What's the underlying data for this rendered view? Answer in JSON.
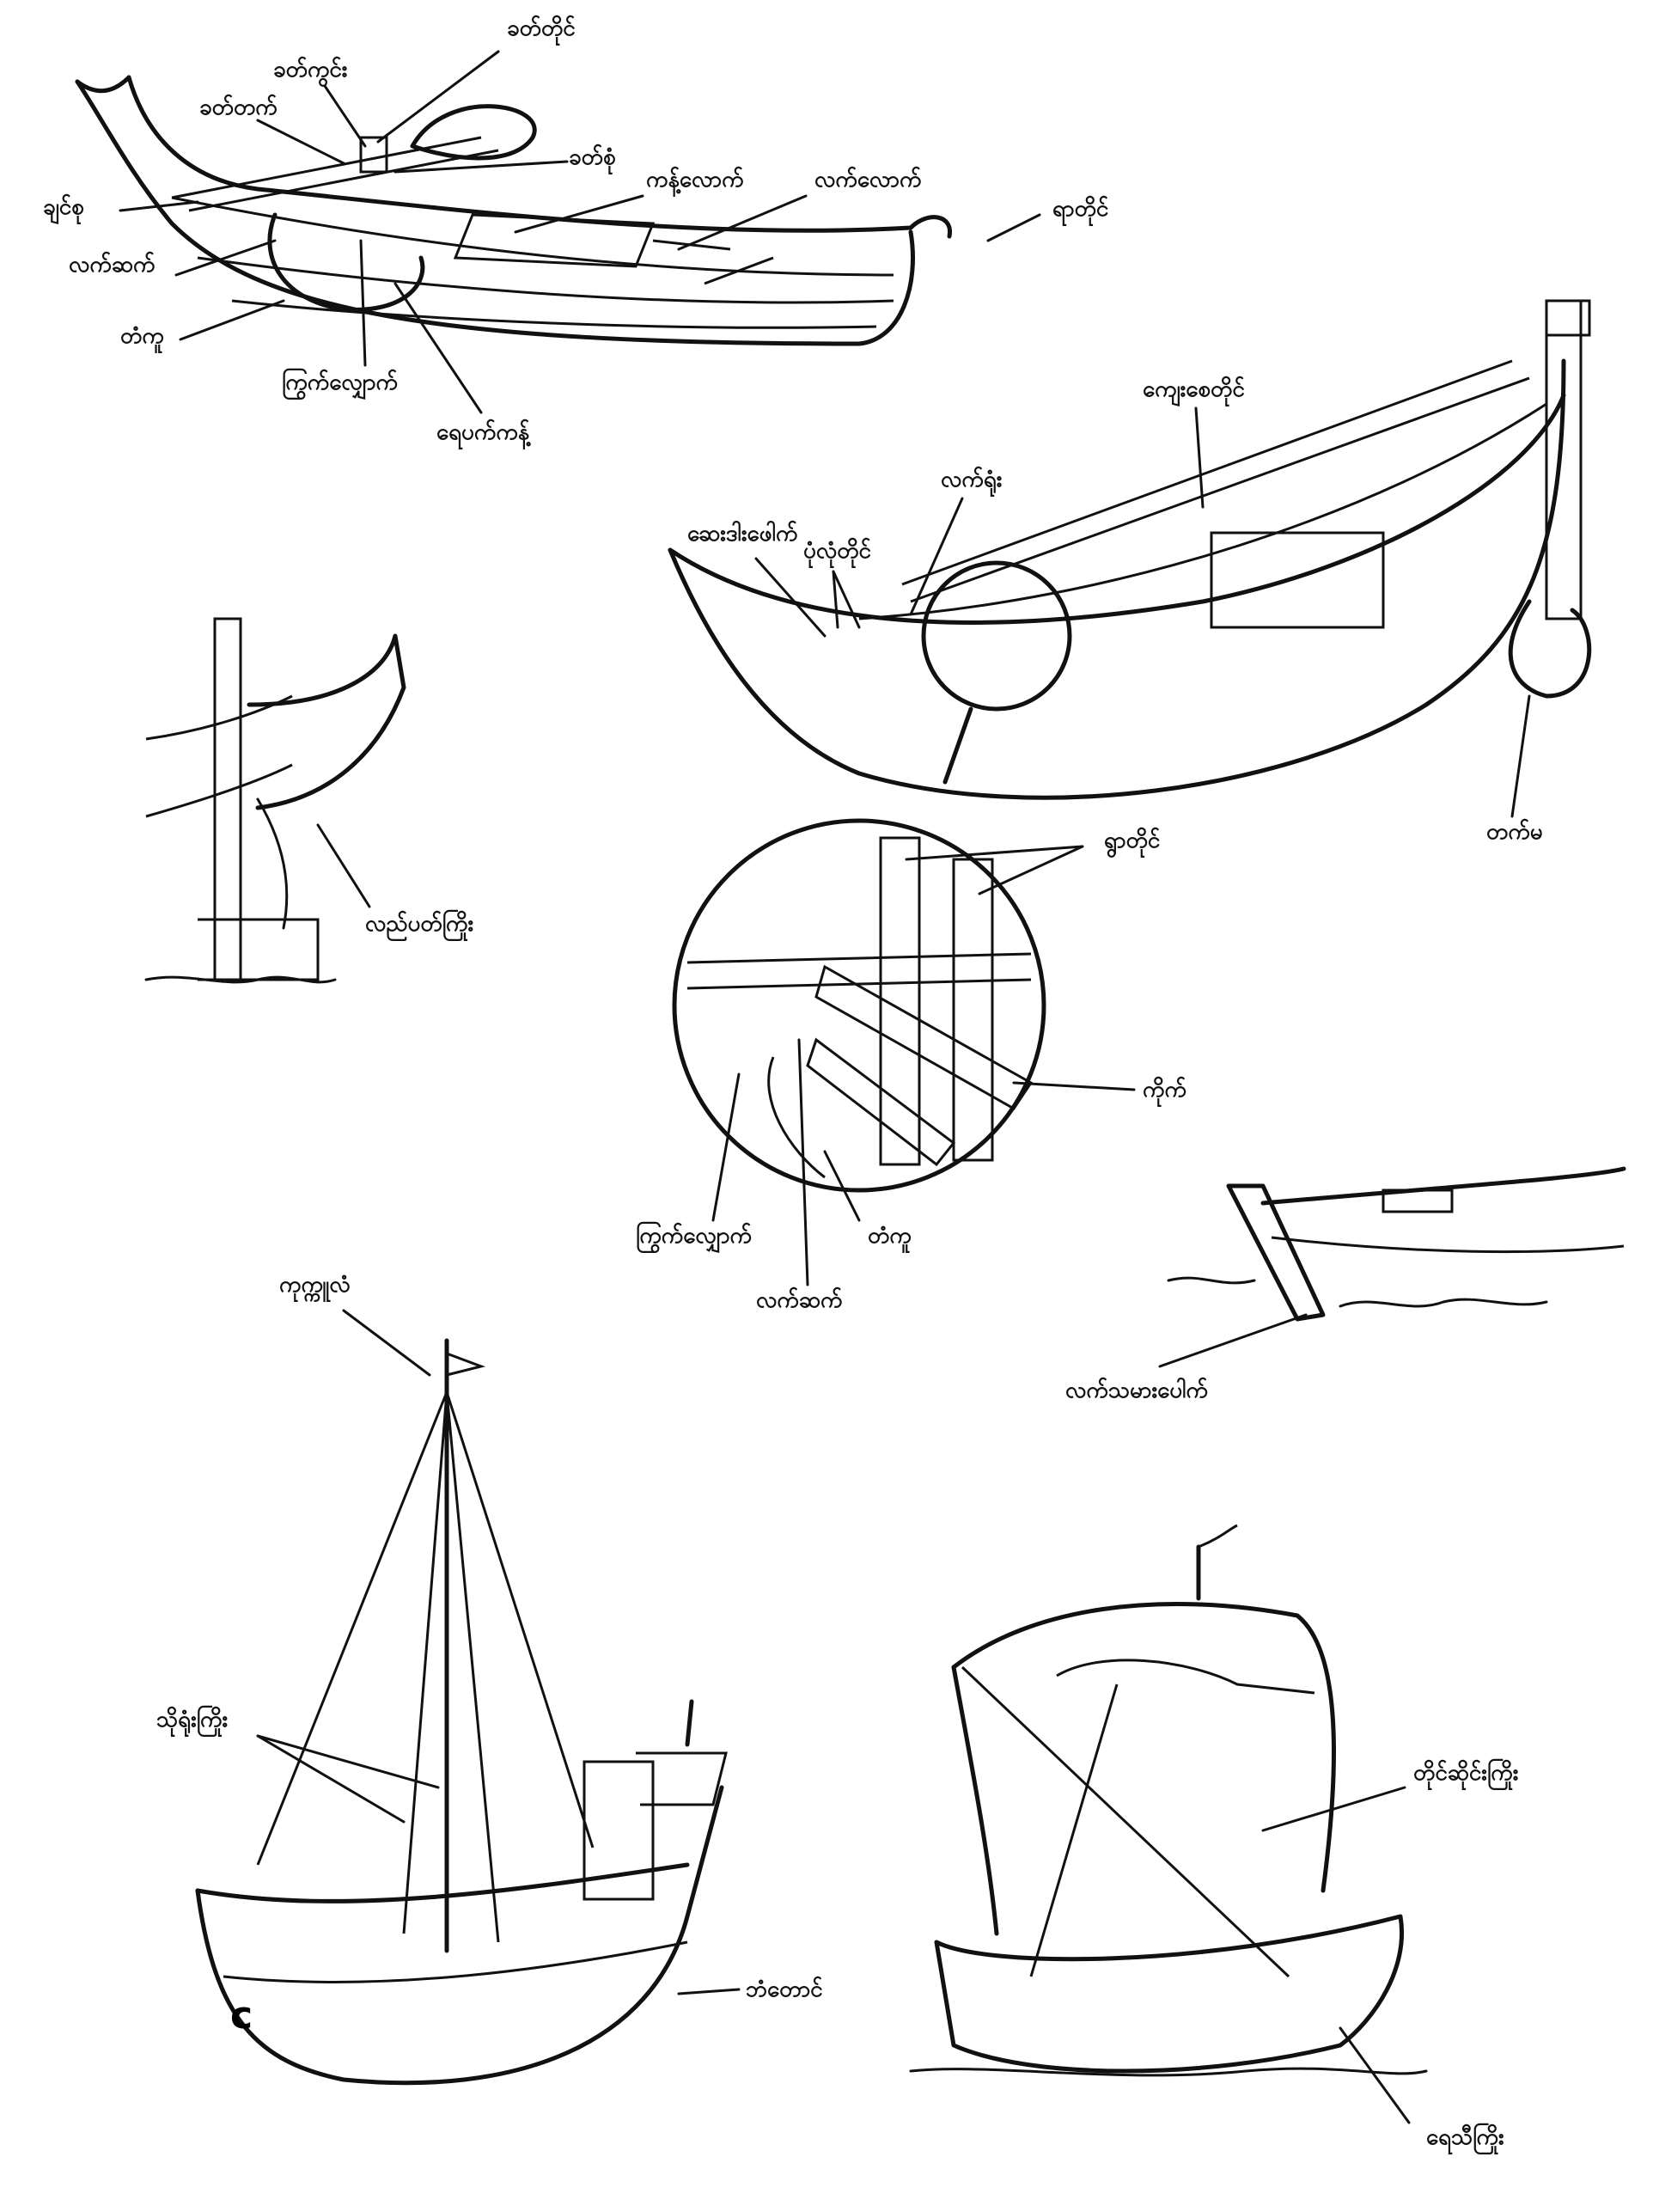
{
  "figure": {
    "rowboat_labels": {
      "oar_post": "ခတ်တိုင်",
      "oar_ring": "ခတ်ကွင်း",
      "oar_peg": "ခတ်တက်",
      "oar_seat": "ခတ်စုံ",
      "thwart_brace": "ကန့်လောက်",
      "hand_brace": "လက်လောက်",
      "stern_post": "ရာတိုင်",
      "bow_knob": "ချင်စု",
      "rib_joint": "လက်ဆက်",
      "keel_piece": "တံကူ",
      "stringer": "ကြွက်လျှောက်",
      "splash_board": "ရေပက်ကန့်"
    },
    "rudder_detail_labels": {
      "steering_rope": "လည်ပတ်ကြိုး"
    },
    "large_boat_labels": {
      "mast_post": "ကျေးစေတိုင်",
      "hand_rail": "လက်ရုံး",
      "deck_hatch": "ဆေးဒါးဖေါက်",
      "bollards": "ပုံလုံတိုင်",
      "rudder": "တက်မ"
    },
    "inset_labels": {
      "oar_posts": "ရွာတိုင်",
      "crossbeam": "ကိုက်",
      "stringer": "ကြွက်လျှောက်",
      "keel_piece": "တံကူ",
      "rib_joint": "လက်ဆက်"
    },
    "small_boat_labels": {
      "carpenter_hole": "လက်သမားပေါက်"
    },
    "sailboat_labels": {
      "pennant": "ကုက္ကူလံ",
      "shrouds": "သိုရုံးကြိုး",
      "stern_cabin": "ဘံတောင်"
    },
    "junk_labels": {
      "halyard": "တိုင်ဆိုင်းကြိုး",
      "sheet_rope": "ရေသီကြိုး"
    }
  }
}
